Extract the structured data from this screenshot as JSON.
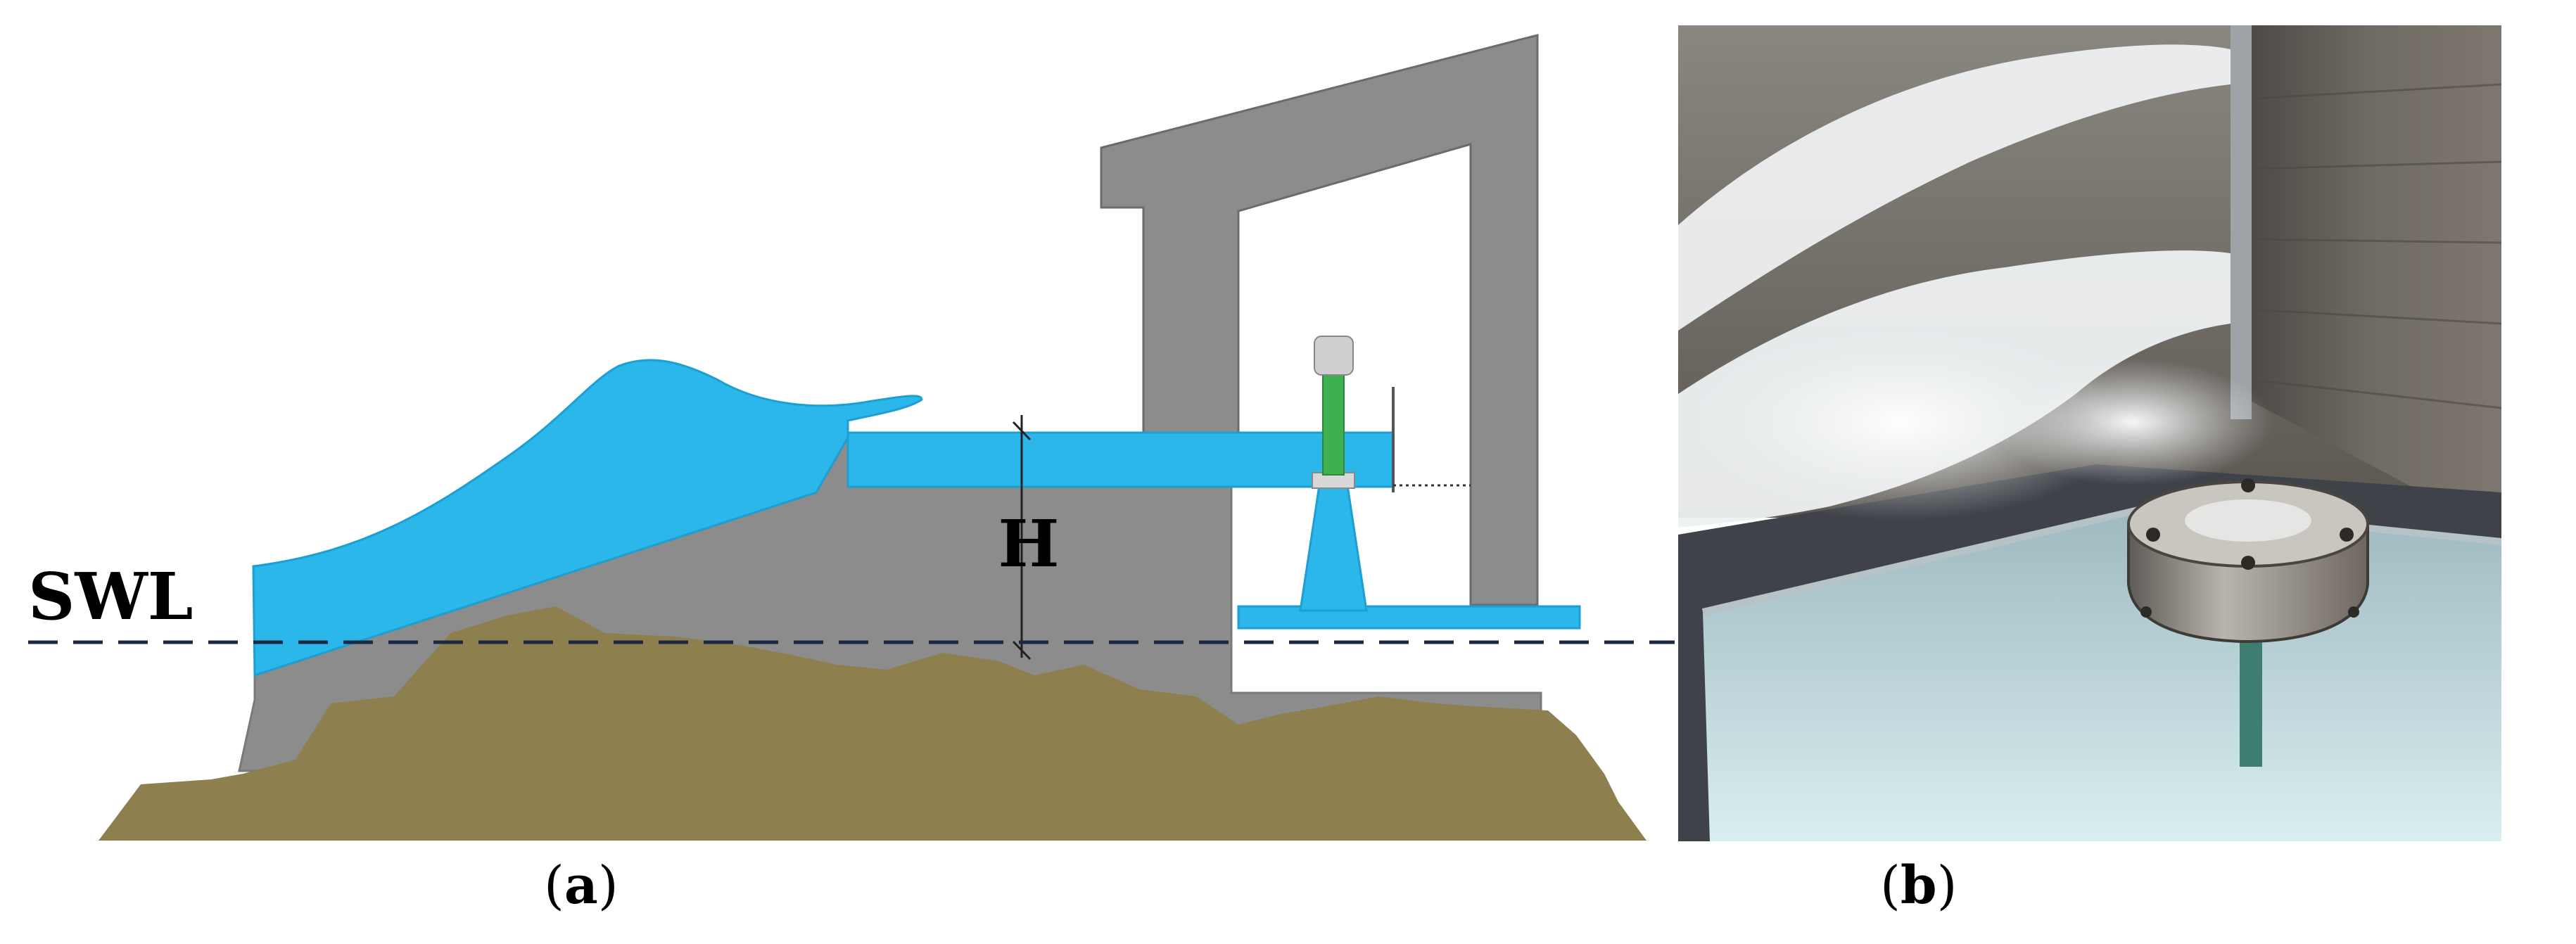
{
  "panel_a": {
    "swl_label": "SWL",
    "height_label": "H",
    "caption_letter": "a",
    "colors": {
      "water": "#2bb7ea",
      "structure": "#8c8c8c",
      "ground": "#8e7f4f",
      "pipe": "#3fb04f",
      "swl_line": "#1a2a44"
    }
  },
  "panel_b": {
    "caption_letter": "b"
  }
}
